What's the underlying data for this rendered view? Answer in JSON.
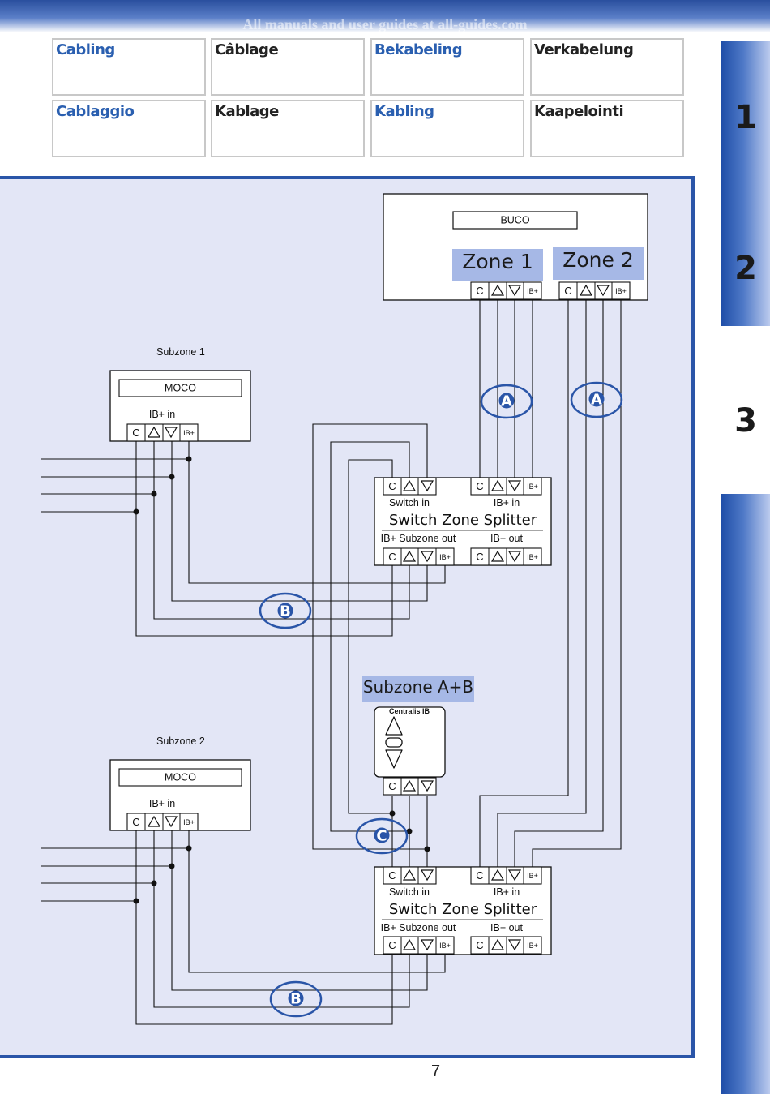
{
  "header": {
    "watermark": "All manuals and user guides at all-guides.com"
  },
  "languages": [
    {
      "label": "Cabling",
      "color": "blue"
    },
    {
      "label": "Câblage",
      "color": "black"
    },
    {
      "label": "Bekabeling",
      "color": "blue"
    },
    {
      "label": "Verkabelung",
      "color": "black"
    },
    {
      "label": "Cablaggio",
      "color": "blue"
    },
    {
      "label": "Kablage",
      "color": "black"
    },
    {
      "label": "Kabling",
      "color": "blue"
    },
    {
      "label": "Kaapelointi",
      "color": "black"
    }
  ],
  "tabs": [
    "1",
    "2",
    "3"
  ],
  "diagram": {
    "buco_label": "BUCO",
    "zone1_label": "Zone 1",
    "zone2_label": "Zone 2",
    "subzone1_label": "Subzone 1",
    "subzone2_label": "Subzone 2",
    "moco_label": "MOCO",
    "ib_in_label": "IB+ in",
    "terminal_c": "C",
    "terminal_ib": "IB+",
    "switch_in_label": "Switch in",
    "splitter_label": "Switch Zone Splitter",
    "ib_subzone_out_label": "IB+ Subzone out",
    "ib_out_label": "IB+ out",
    "subzone_ab_label": "Subzone  A+B",
    "centralis_label": "Centralis IB",
    "badge_a": "A",
    "badge_b": "B",
    "badge_c": "C"
  },
  "colors": {
    "accent_blue": "#2a55a8",
    "panel_bg": "#e3e6f6",
    "zone_bg": "#a6b8e6"
  },
  "footer": {
    "page_number": "7"
  }
}
